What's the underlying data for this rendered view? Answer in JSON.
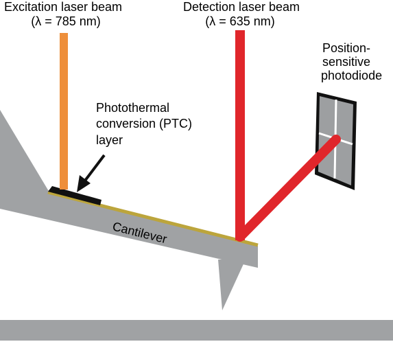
{
  "labels": {
    "excitation_title": "Excitation laser beam",
    "excitation_wavelength": "(λ = 785 nm)",
    "detection_title": "Detection laser beam",
    "detection_wavelength": "(λ = 635 nm)",
    "photodiode_line1": "Position-",
    "photodiode_line2": "sensitive",
    "photodiode_line3": "photodiode",
    "ptc_line1": "Photothermal",
    "ptc_line2": "conversion (PTC)",
    "ptc_line3": "layer",
    "cantilever": "Cantilever"
  },
  "colors": {
    "excitation_beam": "#ee8f3b",
    "detection_beam": "#e0262b",
    "cantilever": "#a0a2a4",
    "ptc_coating": "#bca53c",
    "ptc_layer": "#111111",
    "photodiode_face": "#9d9fa1",
    "photodiode_frame": "#111111",
    "sample_surface": "#a0a2a4"
  }
}
